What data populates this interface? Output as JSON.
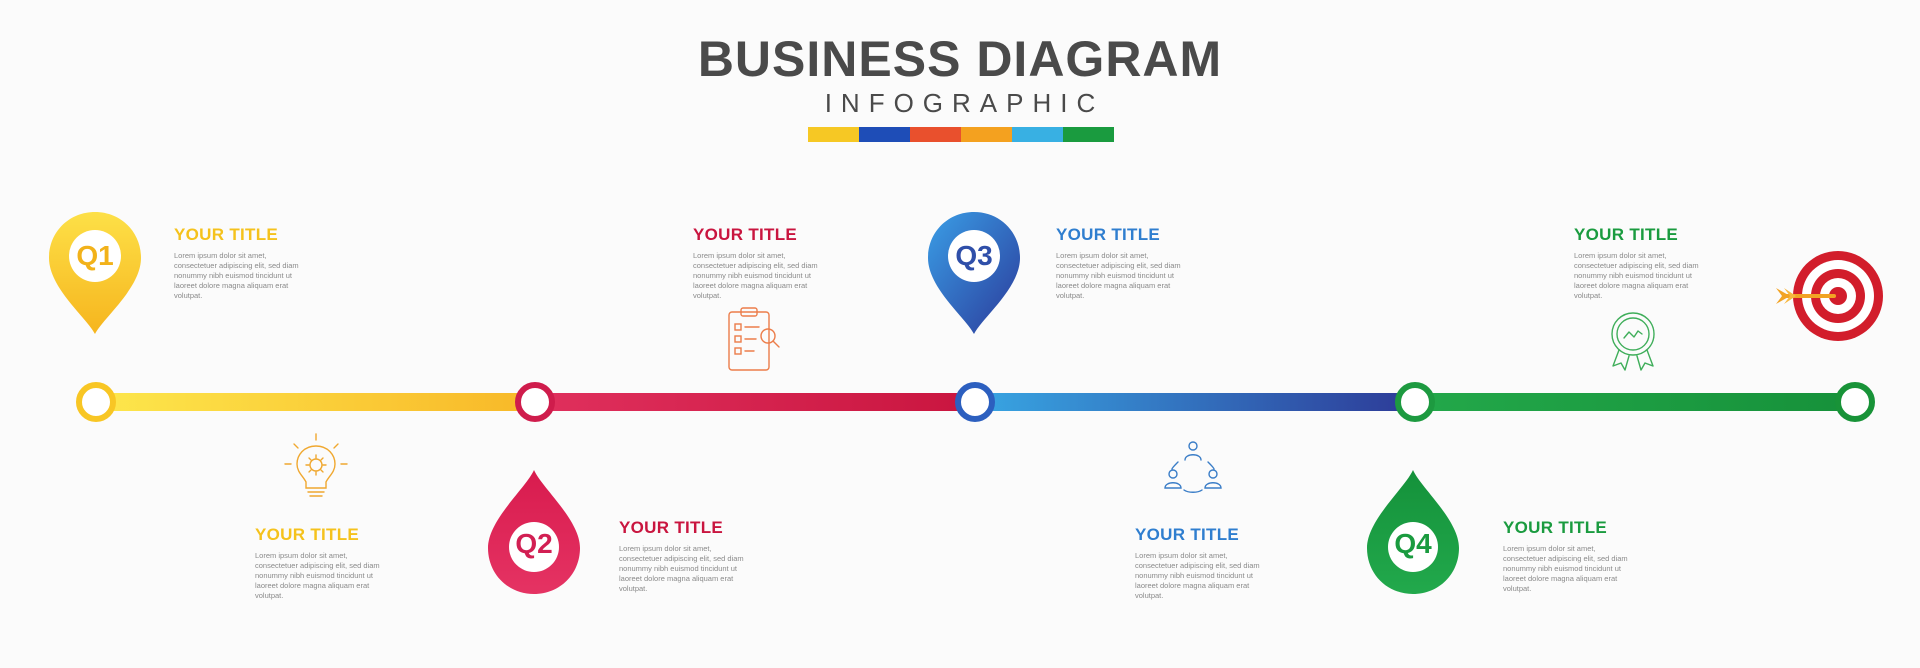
{
  "header": {
    "title": "BUSINESS DIAGRAM",
    "subtitle": "INFOGRAPHIC"
  },
  "palette": {
    "yellow": "#f6c824",
    "blue": "#1e4db7",
    "orange_red": "#e9502d",
    "orange": "#f4a11f",
    "light_blue": "#38b0e3",
    "green": "#1a9b3f",
    "crimson": "#d21f53",
    "indigo": "#2d3a97"
  },
  "markers": {
    "q1": "Q1",
    "q2": "Q2",
    "q3": "Q3",
    "q4": "Q4"
  },
  "steps": [
    {
      "title": "YOUR TITLE",
      "body": "Lorem ipsum dolor sit amet, consectetuer adipiscing elit, sed diam nonummy nibh euismod tincidunt ut laoreet dolore magna aliquam erat volutpat."
    },
    {
      "title": "YOUR TITLE",
      "body": "Lorem ipsum dolor sit amet, consectetuer adipiscing elit, sed diam nonummy nibh euismod tincidunt ut laoreet dolore magna aliquam erat volutpat."
    },
    {
      "title": "YOUR TITLE",
      "body": "Lorem ipsum dolor sit amet, consectetuer adipiscing elit, sed diam nonummy nibh euismod tincidunt ut laoreet dolore magna aliquam erat volutpat."
    },
    {
      "title": "YOUR TITLE",
      "body": "Lorem ipsum dolor sit amet, consectetuer adipiscing elit, sed diam nonummy nibh euismod tincidunt ut laoreet dolore magna aliquam erat volutpat."
    },
    {
      "title": "YOUR TITLE",
      "body": "Lorem ipsum dolor sit amet, consectetuer adipiscing elit, sed diam nonummy nibh euismod tincidunt ut laoreet dolore magna aliquam erat volutpat."
    },
    {
      "title": "YOUR TITLE",
      "body": "Lorem ipsum dolor sit amet, consectetuer adipiscing elit, sed diam nonummy nibh euismod tincidunt ut laoreet dolore magna aliquam erat volutpat."
    },
    {
      "title": "YOUR TITLE",
      "body": "Lorem ipsum dolor sit amet, consectetuer adipiscing elit, sed diam nonummy nibh euismod tincidunt ut laoreet dolore magna aliquam erat volutpat."
    },
    {
      "title": "YOUR TITLE",
      "body": "Lorem ipsum dolor sit amet, consectetuer adipiscing elit, sed diam nonummy nibh euismod tincidunt ut laoreet dolore magna aliquam erat volutpat."
    }
  ],
  "icons": [
    "lightbulb-gear-icon",
    "clipboard-search-icon",
    "team-network-icon",
    "award-badge-icon",
    "target-arrow-icon"
  ]
}
